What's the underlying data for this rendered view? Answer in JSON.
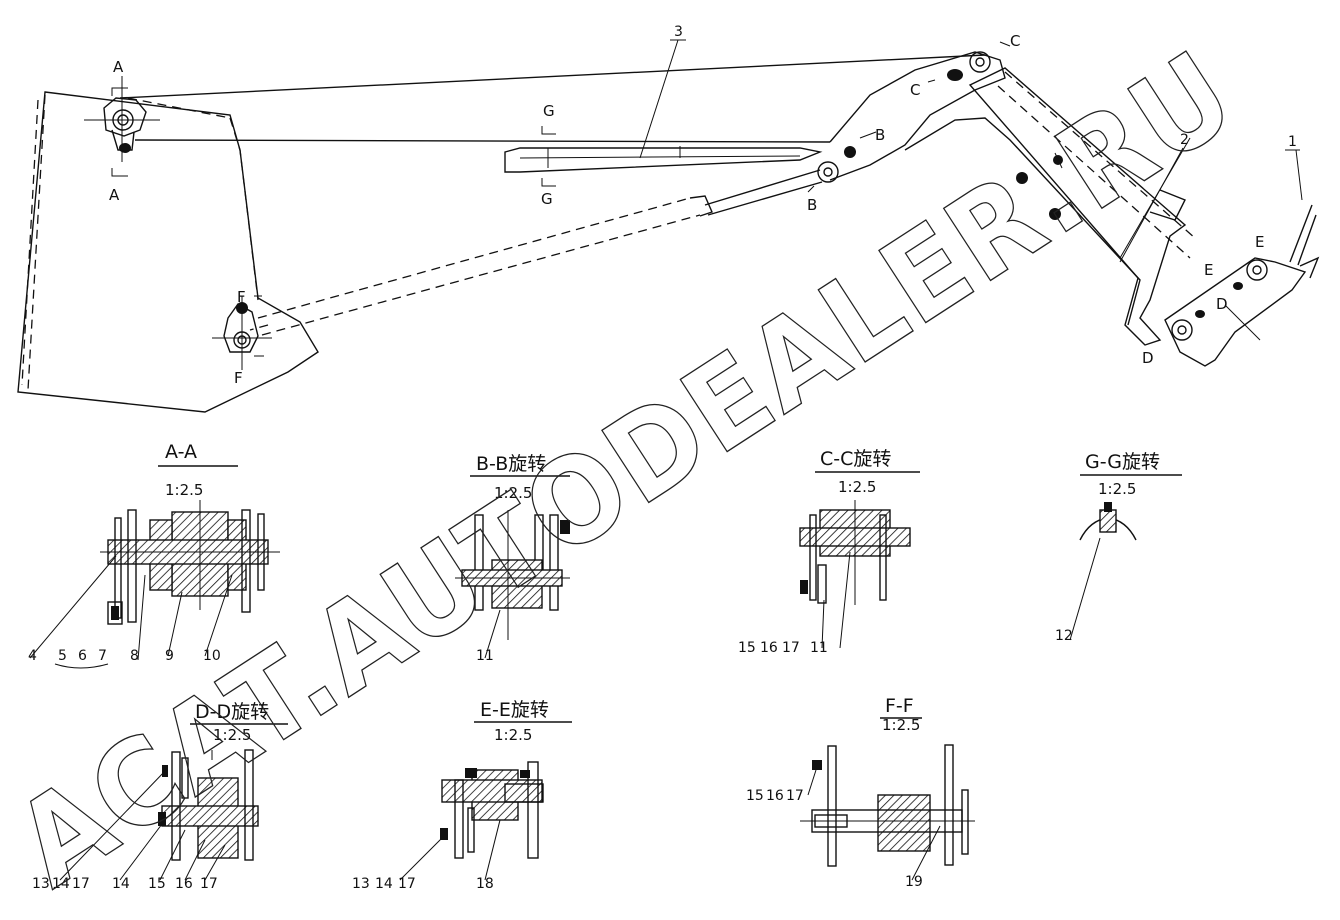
{
  "watermark": "ACAT.AUTODEALER.RU",
  "main_view": {
    "section_marks": [
      "A",
      "A",
      "B",
      "B",
      "C",
      "C",
      "D",
      "D",
      "E",
      "E",
      "F",
      "F",
      "G",
      "G"
    ],
    "part_callouts": [
      "1",
      "2",
      "3"
    ]
  },
  "sections": {
    "aa": {
      "title": "A-A",
      "scale": "1:2.5",
      "callouts": [
        "4",
        "5",
        "6",
        "7",
        "8",
        "9",
        "10"
      ]
    },
    "bb": {
      "title": "B-B旋转",
      "scale": "1:2.5",
      "callouts": [
        "11"
      ]
    },
    "cc": {
      "title": "C-C旋转",
      "scale": "1:2.5",
      "callouts": [
        "15",
        "16",
        "17",
        "11"
      ]
    },
    "gg": {
      "title": "G-G旋转",
      "scale": "1:2.5",
      "callouts": [
        "12"
      ]
    },
    "dd": {
      "title": "D-D旋转",
      "scale": "1:2.5",
      "callouts": [
        "13",
        "14",
        "17",
        "14",
        "15",
        "16",
        "17"
      ]
    },
    "ee": {
      "title": "E-E旋转",
      "scale": "1:2.5",
      "callouts": [
        "13",
        "14",
        "17",
        "18"
      ]
    },
    "ff": {
      "title": "F-F",
      "scale": "1:2.5",
      "callouts": [
        "15",
        "16",
        "17",
        "19"
      ]
    }
  }
}
